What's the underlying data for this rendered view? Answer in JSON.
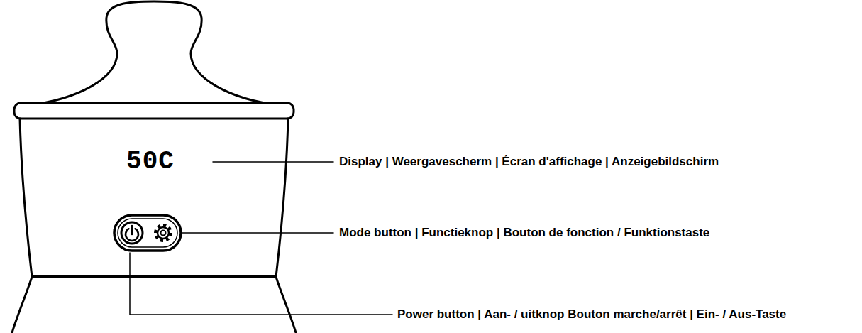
{
  "diagram": {
    "labels": [
      "50C",
      "Display | Weergavescherm | Écran d'affichage | Anzeigebildschirm",
      "Mode button | Functieknop | Bouton de fonction / Funktionstaste",
      "Power button | Aan- / uitknop Bouton marche/arrêt | Ein- / Aus-Taste"
    ]
  }
}
